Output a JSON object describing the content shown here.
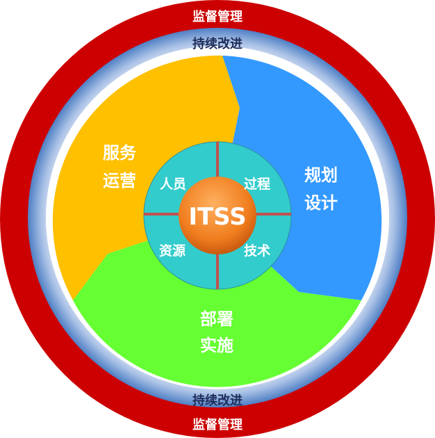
{
  "outer_ring": {
    "top": "监督管理",
    "bottom": "监督管理",
    "color": "#cc0000"
  },
  "middle_ring": {
    "top": "持续改进",
    "bottom": "持续改进",
    "color": "#5b8fd0"
  },
  "segments": [
    {
      "line1": "服务",
      "line2": "运营",
      "color": "#ffc000"
    },
    {
      "line1": "规划",
      "line2": "设计",
      "color": "#3399ff"
    },
    {
      "line1": "部署",
      "line2": "实施",
      "color": "#66ff33"
    }
  ],
  "core": {
    "title": "ITSS",
    "quadrants": [
      "人员",
      "过程",
      "资源",
      "技术"
    ],
    "teal": "#33cccc",
    "orange": "#f08020"
  }
}
